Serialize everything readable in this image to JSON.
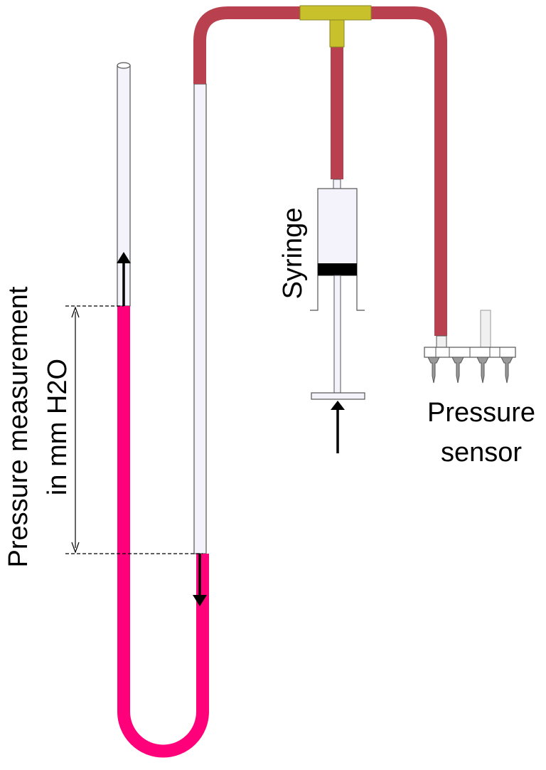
{
  "labels": {
    "syringe": "Syringe",
    "pressure_sensor_line1": "Pressure",
    "pressure_sensor_line2": "sensor",
    "measurement_line1": "Pressure measurement",
    "measurement_line2": "in mm H2O"
  },
  "colors": {
    "tube_red": "#b8404f",
    "tee_yellow": "#c8c12c",
    "liquid_magenta": "#ff007a",
    "glass_tube": "#f4f2fa",
    "outline": "#555555",
    "black": "#000000"
  },
  "icons": {
    "syringe": "syringe-icon",
    "sensor": "pressure-sensor-icon",
    "arrow_up": "arrow-up-icon",
    "arrow_down": "arrow-down-icon"
  }
}
